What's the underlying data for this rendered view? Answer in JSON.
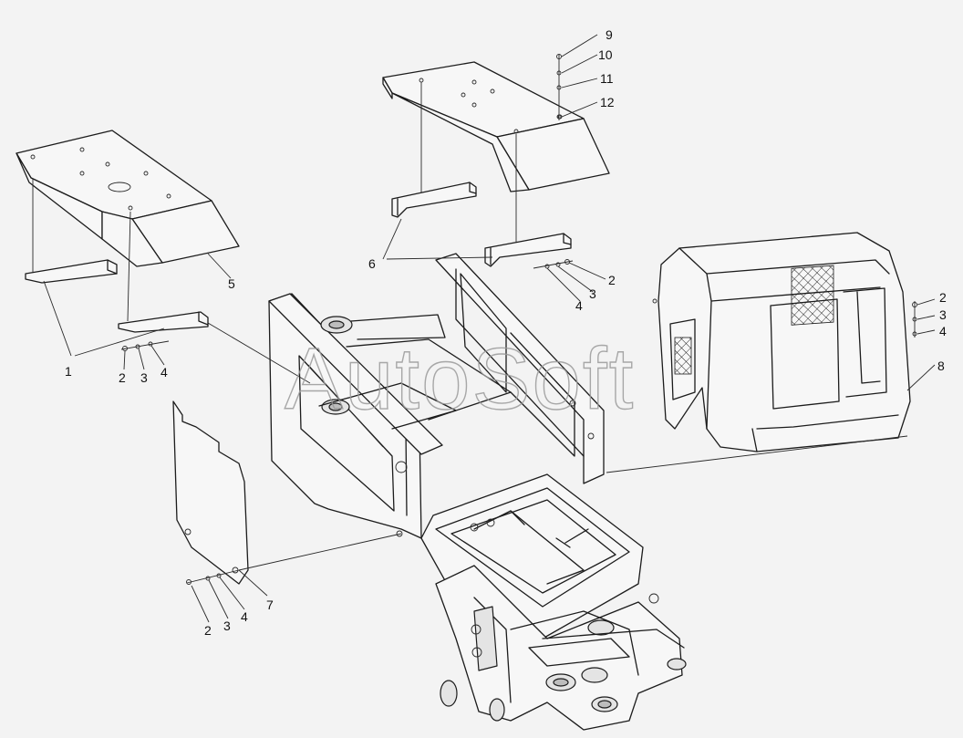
{
  "watermark": "AutoSoft",
  "callouts": [
    {
      "id": "c1",
      "label": "1"
    },
    {
      "id": "c2a",
      "label": "2"
    },
    {
      "id": "c3a",
      "label": "3"
    },
    {
      "id": "c4a",
      "label": "4"
    },
    {
      "id": "c5",
      "label": "5"
    },
    {
      "id": "c6",
      "label": "6"
    },
    {
      "id": "c2b",
      "label": "2"
    },
    {
      "id": "c3b",
      "label": "3"
    },
    {
      "id": "c4b",
      "label": "4"
    },
    {
      "id": "c9",
      "label": "9"
    },
    {
      "id": "c10",
      "label": "10"
    },
    {
      "id": "c11",
      "label": "11"
    },
    {
      "id": "c12",
      "label": "12"
    },
    {
      "id": "c2c",
      "label": "2"
    },
    {
      "id": "c3c",
      "label": "3"
    },
    {
      "id": "c4c",
      "label": "4"
    },
    {
      "id": "c8",
      "label": "8"
    },
    {
      "id": "c2d",
      "label": "2"
    },
    {
      "id": "c3d",
      "label": "3"
    },
    {
      "id": "c4d",
      "label": "4"
    },
    {
      "id": "c7",
      "label": "7"
    }
  ]
}
